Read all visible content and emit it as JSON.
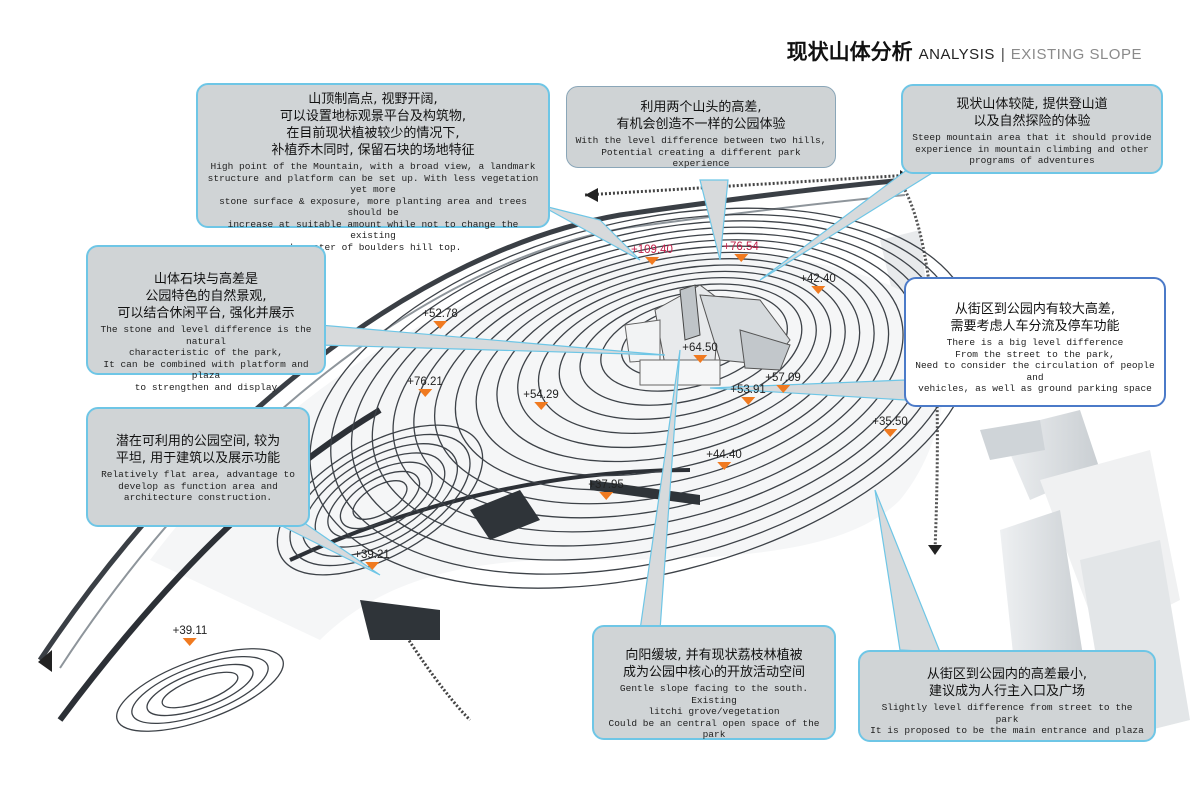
{
  "header": {
    "title_cn": "现状山体分析",
    "title_en": "ANALYSIS",
    "separator": "|",
    "subtitle_en": "EXISTING SLOPE"
  },
  "elevations": [
    "+109.40",
    "+76.54",
    "+42.40",
    "+52.78",
    "+64.50",
    "+57.09",
    "+53.91",
    "+76.21",
    "+54.29",
    "+35.50",
    "+44.40",
    "+37.95",
    "+39.21",
    "+39.11"
  ],
  "callouts": {
    "summit": {
      "cn": [
        "山顶制高点, 视野开阔,",
        "可以设置地标观景平台及构筑物,",
        "在目前现状植被较少的情况下,",
        "补植乔木同时, 保留石块的场地特征"
      ],
      "en": [
        "High point of the Mountain, with a broad view, a landmark",
        "structure and platform can be set up. With less vegetation yet more",
        "stone surface & exposure, more planting area and trees should be",
        "increase at suitable amount while not to change the existing",
        "character of boulders hill top."
      ]
    },
    "two_hills": {
      "cn": [
        "利用两个山头的高差,",
        "有机会创造不一样的公园体验"
      ],
      "en": [
        "With the level difference between two hills,",
        "Potential creating a different park experience"
      ]
    },
    "steep": {
      "cn": [
        "现状山体较陡, 提供登山道",
        "以及自然探险的体验"
      ],
      "en": [
        "Steep mountain area that it should provide",
        "experience in mountain climbing and other",
        "programs of adventures"
      ]
    },
    "stone": {
      "cn": [
        "山体石块与高差是",
        "公园特色的自然景观,",
        "可以结合休闲平台, 强化并展示"
      ],
      "en": [
        "The stone and level difference is the natural",
        "characteristic of the park,",
        "It can be combined with platform and plaza",
        "to strengthen and display"
      ]
    },
    "street_diff": {
      "cn": [
        "从街区到公园内有较大高差,",
        "需要考虑人车分流及停车功能"
      ],
      "en": [
        "There is a big level difference",
        "From the street to the park,",
        "Need to consider the circulation of people and",
        "vehicles, as well as ground parking space"
      ]
    },
    "flat": {
      "cn": [
        "潜在可利用的公园空间, 较为",
        "平坦, 用于建筑以及展示功能"
      ],
      "en": [
        "Relatively flat area, advantage to",
        "develop as function area and",
        "architecture construction."
      ]
    },
    "south": {
      "cn": [
        "向阳缓坡, 并有现状荔枝林植被",
        "成为公园中核心的开放活动空间"
      ],
      "en": [
        "Gentle slope facing to the south.  Existing",
        "litchi grove/vegetation",
        "Could be an central open space of  the park"
      ]
    },
    "entrance": {
      "cn": [
        "从街区到公园内的高差最小,",
        "建议成为人行主入口及广场"
      ],
      "en": [
        "Slightly level difference from street to the park",
        "It is proposed to be the main entrance and plaza"
      ]
    }
  },
  "colors": {
    "callout_border": "#6ec6e6",
    "callout_fill": "#d0d4d6",
    "marker": "#f07a20",
    "peak_label": "#c0204a"
  }
}
